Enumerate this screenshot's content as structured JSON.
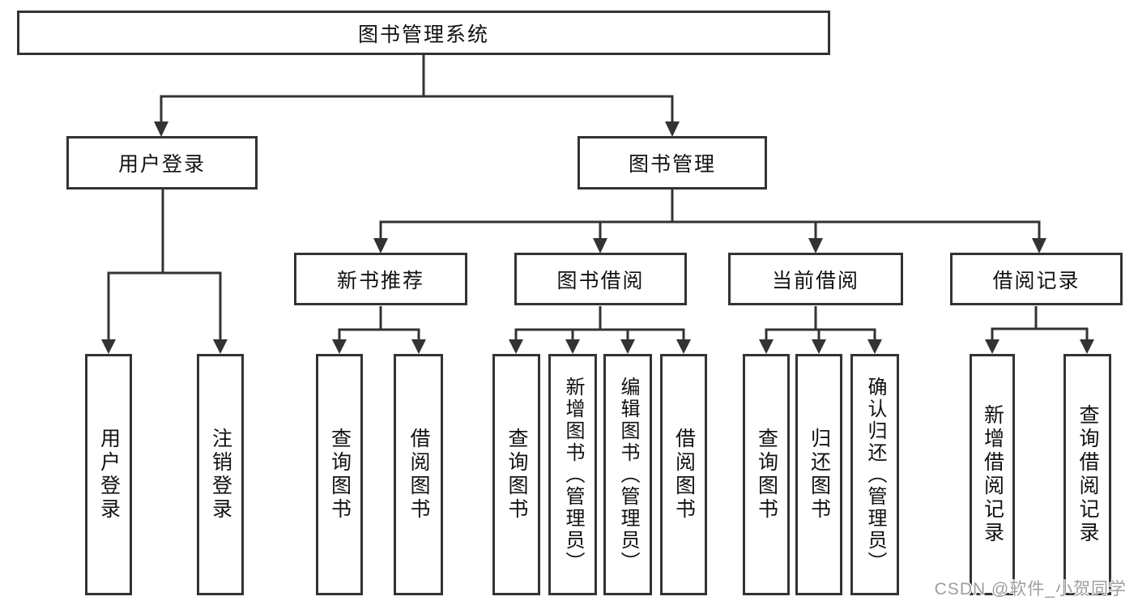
{
  "diagram": {
    "root": {
      "label": "图书管理系统"
    },
    "branches": [
      {
        "label": "用户登录",
        "children": [
          {
            "label": "用户登录"
          },
          {
            "label": "注销登录"
          }
        ]
      },
      {
        "label": "图书管理",
        "children": [
          {
            "label": "新书推荐",
            "children": [
              {
                "label": "查询图书"
              },
              {
                "label": "借阅图书"
              }
            ]
          },
          {
            "label": "图书借阅",
            "children": [
              {
                "label": "查询图书"
              },
              {
                "label": "新增图书（管理员）"
              },
              {
                "label": "编辑图书（管理员）"
              },
              {
                "label": "借阅图书"
              }
            ]
          },
          {
            "label": "当前借阅",
            "children": [
              {
                "label": "查询图书"
              },
              {
                "label": "归还图书"
              },
              {
                "label": "确认归还（管理员）"
              }
            ]
          },
          {
            "label": "借阅记录",
            "children": [
              {
                "label": "新增借阅记录"
              },
              {
                "label": "查询借阅记录"
              }
            ]
          }
        ]
      }
    ]
  },
  "watermark": {
    "text": "CSDN @软件_小贺同学"
  },
  "colors": {
    "line": "#333333",
    "box_border": "#333333",
    "box_fill": "#ffffff",
    "text": "#111111",
    "watermark": "#9e9e9e",
    "background": "#ffffff"
  }
}
